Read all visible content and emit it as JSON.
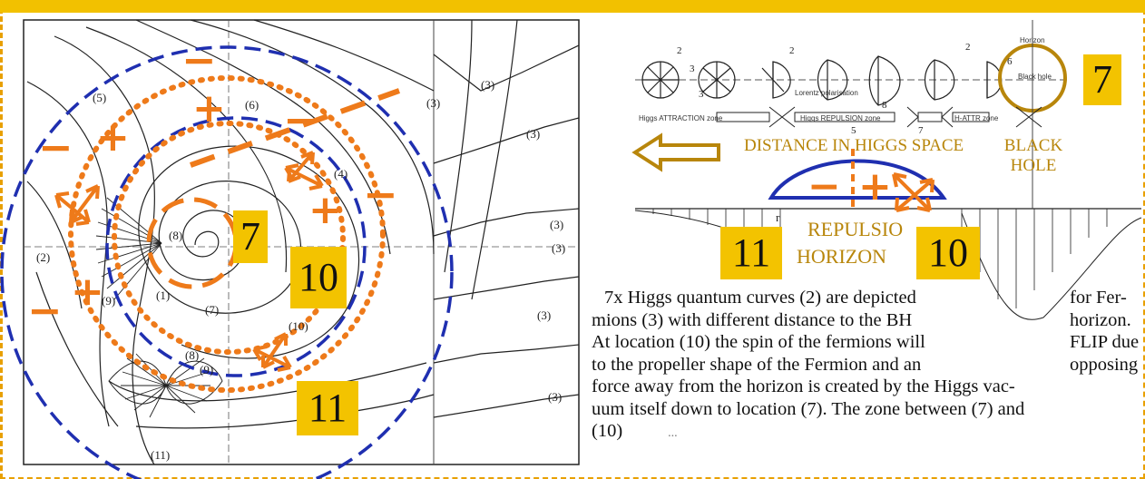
{
  "left_figure": {
    "curve_labels": [
      "(5)",
      "(6)",
      "(3)",
      "(3)",
      "(3)",
      "(4)",
      "(3)",
      "(8)",
      "(2)",
      "(9)",
      "(1)",
      "(7)",
      "(10)",
      "(3)",
      "(8)",
      "(9)",
      "(3)",
      "(11)",
      "(3)"
    ],
    "signs": [
      "−",
      "+",
      "−",
      "+",
      "+",
      "+",
      "−",
      "−",
      "−"
    ],
    "badges": [
      "7",
      "10",
      "11"
    ]
  },
  "right_figure": {
    "tiny_labels": [
      "Higgs ATTRACTION zone",
      "Higgs REPULSION zone",
      "H-ATTR zone",
      "Lorentz polarisation",
      "Black hole",
      "Horizon"
    ],
    "numbers": [
      "2",
      "3",
      "2",
      "8",
      "5",
      "7",
      "6",
      "2",
      "3"
    ],
    "distance_label": "DISTANCE IN HIGGS SPACE",
    "black_hole_label": "BLACK HOLE",
    "repulsion_label_line1": "REPULSIO",
    "repulsion_label_line2": "HORIZON",
    "r_label": "r",
    "signs": [
      "−",
      "+"
    ],
    "badges": [
      "7",
      "11",
      "10"
    ]
  },
  "caption": {
    "line1": "7x Higgs quantum curves (2) are depicted",
    "line1b": "for Fer-",
    "line2": "mions (3) with different distance to the BH",
    "line2b": "horizon.",
    "line3": "At location (10) the spin of the fermions will",
    "line3b": "FLIP due",
    "line4": "to the propeller shape of the Fermion and an",
    "line4b": "opposing",
    "line5": "force away from the horizon is created by the Higgs vac-",
    "line6": "uum itself down to location (7). The zone between (7) and",
    "line7": "(10)",
    "ellipsis": "..."
  },
  "colors": {
    "orange": "#ee7a1a",
    "blue": "#1f2fb0",
    "yellow": "#f3c300",
    "brown": "#b8860b",
    "frame": "#f2c100"
  }
}
